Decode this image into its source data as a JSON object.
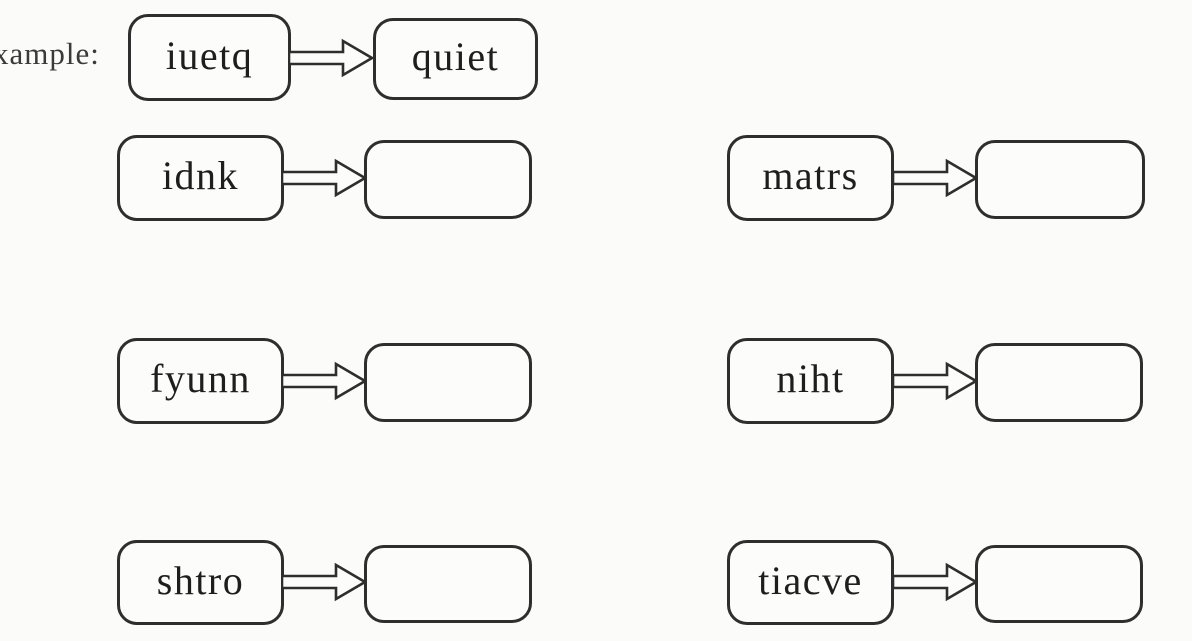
{
  "page": {
    "background_color": "#fbfbf9",
    "ink_color": "#2e2e2e",
    "description_label": "xample:"
  },
  "example": {
    "scrambled": "iuetq",
    "answer": "quiet"
  },
  "pairs": [
    {
      "scrambled": "idnk",
      "answer": ""
    },
    {
      "scrambled": "matrs",
      "answer": ""
    },
    {
      "scrambled": "fyunn",
      "answer": ""
    },
    {
      "scrambled": "niht",
      "answer": ""
    },
    {
      "scrambled": "shtro",
      "answer": ""
    },
    {
      "scrambled": "tiacve",
      "answer": ""
    }
  ],
  "icons": {
    "arrow": "right-block-arrow"
  }
}
